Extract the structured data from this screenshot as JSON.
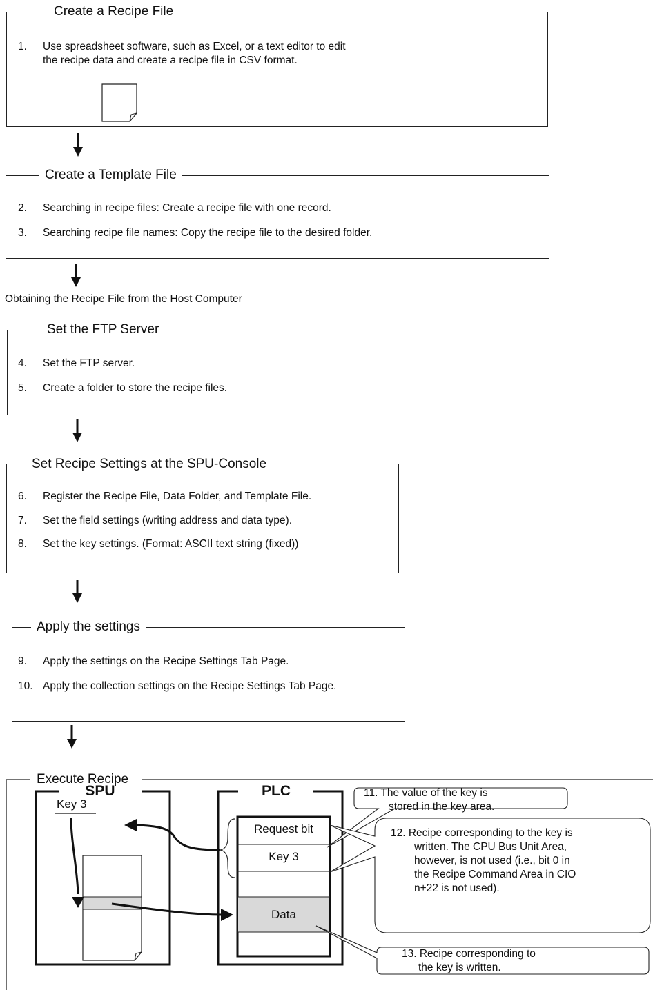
{
  "sections": {
    "create_recipe_file": {
      "title": "Create a Recipe File",
      "steps": [
        {
          "num": "1.",
          "text": "Use spreadsheet software, such as Excel, or a text editor to edit",
          "text2": "the recipe data and create a recipe file in CSV format."
        }
      ]
    },
    "create_template_file": {
      "title": "Create a Template File",
      "steps": [
        {
          "num": "2.",
          "text": "Searching in recipe files: Create a recipe file with one record."
        },
        {
          "num": "3.",
          "text": "Searching recipe file names: Copy the recipe file to the desired folder."
        }
      ]
    },
    "obtaining_note": "Obtaining the Recipe File from the Host Computer",
    "set_ftp_server": {
      "title": "Set the FTP Server",
      "steps": [
        {
          "num": "4.",
          "text": "Set the FTP server."
        },
        {
          "num": "5.",
          "text": "Create a folder to store the recipe files."
        }
      ]
    },
    "set_recipe_settings": {
      "title": "Set Recipe Settings at the SPU-Console",
      "steps": [
        {
          "num": "6.",
          "text": "Register the Recipe File, Data Folder, and Template File."
        },
        {
          "num": "7.",
          "text": "Set the field settings (writing address and data type)."
        },
        {
          "num": "8.",
          "text": "Set the key settings. (Format: ASCII text string (fixed))"
        }
      ]
    },
    "apply_settings": {
      "title": "Apply the settings",
      "steps": [
        {
          "num": "9.",
          "text": "Apply the settings on the Recipe Settings Tab Page."
        },
        {
          "num": "10.",
          "text": "Apply the collection settings on the Recipe Settings Tab Page."
        }
      ]
    },
    "execute_recipe": {
      "title": "Execute Recipe",
      "spu": {
        "title": "SPU",
        "key": "Key 3"
      },
      "plc": {
        "title": "PLC",
        "request_bit": "Request bit",
        "key": "Key 3",
        "data": "Data"
      },
      "callouts": {
        "c11": [
          "11. The value of the key is",
          "stored in the key area."
        ],
        "c12": [
          "12. Recipe corresponding to the key is",
          "written. The CPU Bus Unit Area,",
          "however, is not used (i.e., bit 0 in",
          "the Recipe Command Area in CIO",
          "n+22 is not used)."
        ],
        "c13": [
          "13. Recipe corresponding to",
          "the key is written."
        ]
      }
    }
  }
}
